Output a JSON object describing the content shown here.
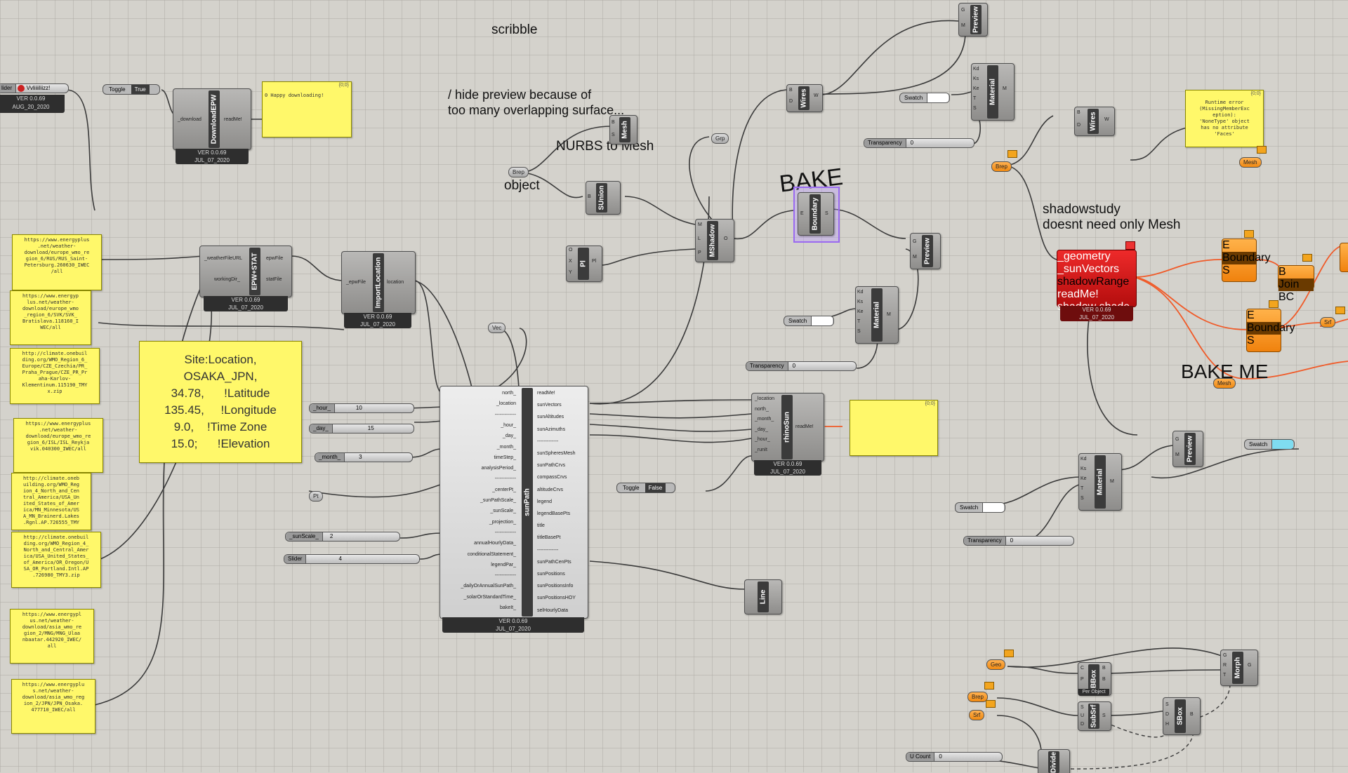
{
  "canvas": {
    "background": "#d4d2cc",
    "wire_color": "#3a3a3a",
    "active_wire_color": "#f05a28"
  },
  "notes": {
    "scribble": "scribble",
    "hide_preview": "/ hide preview because of\ntoo many overlapping surface...",
    "nurbs_to_mesh": "NURBS to Mesh",
    "object": "object",
    "bake": "BAKE",
    "shadowstudy": "shadowstudy\ndoesnt need only Mesh",
    "bake_me": "BAKE ME"
  },
  "version": {
    "ver": "VER 0.0.69",
    "date": "JUL_07_2020",
    "aug_date": "AUG_20_2020"
  },
  "download": {
    "toggle_label": "Toggle",
    "toggle_value": "True",
    "component_name": "DownloadEPW",
    "in_port": "_download",
    "out_port": "readMe!",
    "panel_header": "{0;0}",
    "panel_text": "0 Happy downloading!"
  },
  "top_left_slider": {
    "label": "lider",
    "value": "Vvliiiiliizz!"
  },
  "epw_stat": {
    "name": "EPW+STAT",
    "in1": "_weatherFileURL",
    "in2": "workingDir_",
    "out1": "epwFile",
    "out2": "statFile"
  },
  "import_location": {
    "name": "ImportLocation",
    "in": "_epwFile",
    "out": "location"
  },
  "site_panel": {
    "text": "Site:Location,\nOSAKA_JPN,\n34.78,      !Latitude\n135.45,     !Longitude\n9.0,    !Time Zone\n15.0;      !Elevation"
  },
  "url_panels": [
    "https://www.energyplus\n.net/weather-\ndownload/europe_wmo_re\ngion_6/RUS/RUS_Saint-\nPetersburg.260630_IWEC\n/all",
    "https://www.energyp\nlus.net/weather-\ndownload/europe_wmo\n_region_6/SVK/SVK_\nBratislava.118160_I\nWEC/all",
    "http://climate.onebuil\nding.org/WMO_Region_6_\nEurope/CZE_Czechia/PR_\nPraha_Prague/CZE_PR_Pr\naha-Karlov-\nKlementinum.115190_TMY\nx.zip",
    "https://www.energyplus\n.net/weather-\ndownload/europe_wmo_re\ngion_6/ISL/ISL_Reykja\nvik.040300_IWEC/all",
    "http://climate.oneb\nuilding.org/WMO_Reg\nion_4_North_and_Cen\ntral_America/USA_Un\nited_States_of_Amer\nica/MN_Minnesota/US\nA_MN_Brainerd.Lakes\n.Rgnl.AP.726555_TMY",
    "http://climate.onebuil\nding.org/WMO_Region_4_\nNorth_and_Central_Amer\nica/USA_United_States_\nof_America/OR_Oregon/U\nSA_OR_Portland.Intl.AP\n.726980_TMY3.zip",
    "https://www.energypl\nus.net/weather-\ndownload/asia_wmo_re\ngion_2/MNG/MNG_Ulaa\nnbaatar.442920_IWEC/\nall",
    "https://www.energyplu\ns.net/weather-\ndownload/asia_wmo_reg\nion_2/JPN/JPN_Osaka.\n477710_IWEC/all"
  ],
  "sliders": [
    {
      "label": "_hour_",
      "value": "10"
    },
    {
      "label": "_day_",
      "value": "15"
    },
    {
      "label": "_month_",
      "value": "3"
    },
    {
      "label": "_sunScale_",
      "value": "2"
    },
    {
      "label": "Slider",
      "value": "4"
    }
  ],
  "params": {
    "vec": "Vec",
    "pt": "Pt",
    "brep": "Brep",
    "grp": "Grp",
    "geo": "Geo",
    "srf": "Srf",
    "mesh": "Mesh"
  },
  "sunpath": {
    "name": "sunPath",
    "inputs": [
      "north_",
      "_location",
      "-------------",
      "_hour_",
      "_day_",
      "_month_",
      "timeStep_",
      "analysisPeriod_",
      "-------------",
      "_centerPt_",
      "_sunPathScale_",
      "_sunScale_",
      "_projection_",
      "-------------",
      "annualHourlyData_",
      "conditionalStatement_",
      "legendPar_",
      "-------------",
      "_dailyOrAnnualSunPath_",
      "_solarOrStandardTime_",
      "bakeIt_"
    ],
    "outputs": [
      "readMe!",
      "sunVectors",
      "sunAltitudes",
      "sunAzimuths",
      "-------------",
      "sunSpheresMesh",
      "sunPathCrvs",
      "compassCrvs",
      "altitudeCrvs",
      "legend",
      "legendBasePts",
      "title",
      "titleBasePt",
      "-------------",
      "sunPathCenPts",
      "sunPositions",
      "sunPositionsInfo",
      "sunPositionsHOY",
      "selHourlyData"
    ]
  },
  "rhino_sun": {
    "name": "rhinoSun",
    "inputs": [
      "_location",
      "north_",
      "_month_",
      "_day_",
      "_hour_",
      "_runIt"
    ],
    "out": "readMe!",
    "panel_header": "{0;0}",
    "toggle_label": "Toggle",
    "toggle_value": "False"
  },
  "components": {
    "mesh": "Mesh",
    "sunion": "SUnion",
    "pl": "Pl",
    "mshadow": "MShadow",
    "boundary": "Boundary",
    "wires": "Wires",
    "material": "Material",
    "preview": "Preview",
    "line": "Line",
    "shadowrange": "shadowRange",
    "join": "Join",
    "bbox": "BBox",
    "subsrf": "SubSrf",
    "morph": "Morph",
    "sbox": "SBox",
    "divide": "Divide"
  },
  "swatch_label": "Swatch",
  "transparency_label": "Transparency",
  "transparency_value": "0",
  "error_panel": {
    "header": "{0;0}",
    "text": "Runtime error\n(MissingMemberExc\neption):\n'NoneType' object\nhas no attribute\n'Faces'"
  },
  "shadow_range": {
    "in1": "_geometry",
    "in2": "_sunVectors",
    "out1": "readMe!",
    "out2": "shadow",
    "out3": "shade"
  },
  "ucount": {
    "label": "U Count",
    "value": "0"
  },
  "bbox_sub": "Per Object",
  "swatch_colors": {
    "light": "#ffffff",
    "cyan": "#7fdcf0"
  }
}
